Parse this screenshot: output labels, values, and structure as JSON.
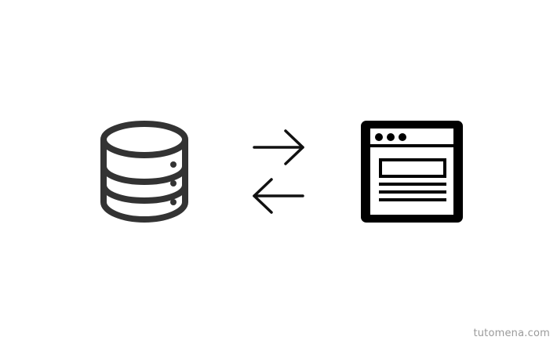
{
  "diagram": {
    "nodes": [
      {
        "id": "database",
        "icon": "database-icon"
      },
      {
        "id": "browser",
        "icon": "browser-window-icon"
      }
    ],
    "edges": [
      {
        "from": "database",
        "to": "browser",
        "icon": "arrow-right-icon"
      },
      {
        "from": "browser",
        "to": "database",
        "icon": "arrow-left-icon"
      }
    ]
  },
  "watermark": {
    "text": "tutomena.com"
  },
  "colors": {
    "icon_dark_grey": "#333333",
    "icon_black": "#000000",
    "arrow": "#111111",
    "watermark": "#9a9a9a",
    "background": "#ffffff"
  }
}
